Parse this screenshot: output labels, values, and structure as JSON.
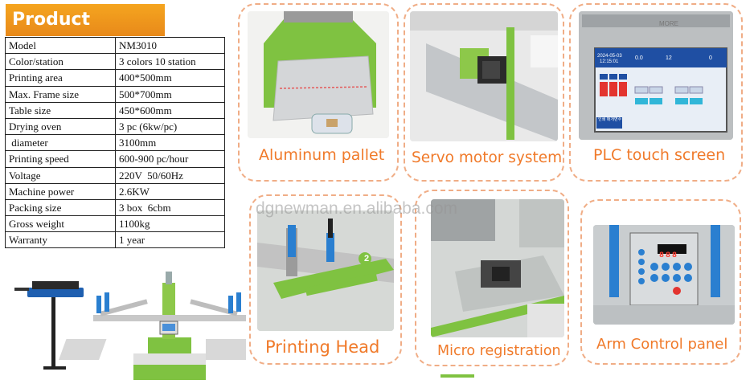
{
  "header": {
    "title": "Product Details"
  },
  "specs": [
    {
      "label": "Model",
      "value": "NM3010"
    },
    {
      "label": "Color/station",
      "value": "3 colors 10 station"
    },
    {
      "label": "Printing area",
      "value": "400*500mm"
    },
    {
      "label": "Max. Frame size",
      "value": "500*700mm"
    },
    {
      "label": "Table size",
      "value": "450*600mm"
    },
    {
      "label": "Drying oven",
      "value": "3 pc (6kw/pc)"
    },
    {
      "label": " diameter",
      "value": "3100mm"
    },
    {
      "label": "Printing speed",
      "value": "600-900 pc/hour"
    },
    {
      "label": "Voltage",
      "value": "220V  50/60Hz"
    },
    {
      "label": "Machine power",
      "value": "2.6KW"
    },
    {
      "label": "Packing size",
      "value": "3 box  6cbm"
    },
    {
      "label": "Gross weight",
      "value": "1100kg"
    },
    {
      "label": "Warranty",
      "value": "1 year"
    }
  ],
  "features": [
    {
      "caption": "Aluminum pallet"
    },
    {
      "caption": "Servo motor system"
    },
    {
      "caption": "PLC touch screen"
    },
    {
      "caption": "Printing Head"
    },
    {
      "caption": "Micro registration"
    },
    {
      "caption": "Arm Control panel"
    }
  ],
  "plc_screen": {
    "date": "2024-05-03",
    "time": "12:15:01",
    "field_a": "0.0",
    "field_b": "12",
    "field_c": "0",
    "footer_left": "인쇄 매개변수"
  },
  "control_panel": {
    "display": "888"
  },
  "printing_head": {
    "station_number": "2"
  },
  "watermark": "dgnewman.en.alibaba.com",
  "colors": {
    "accent_orange": "#f07a2a",
    "header_orange": "#f0a020",
    "machine_green": "#7fc241",
    "card_border": "#f0ad86"
  }
}
